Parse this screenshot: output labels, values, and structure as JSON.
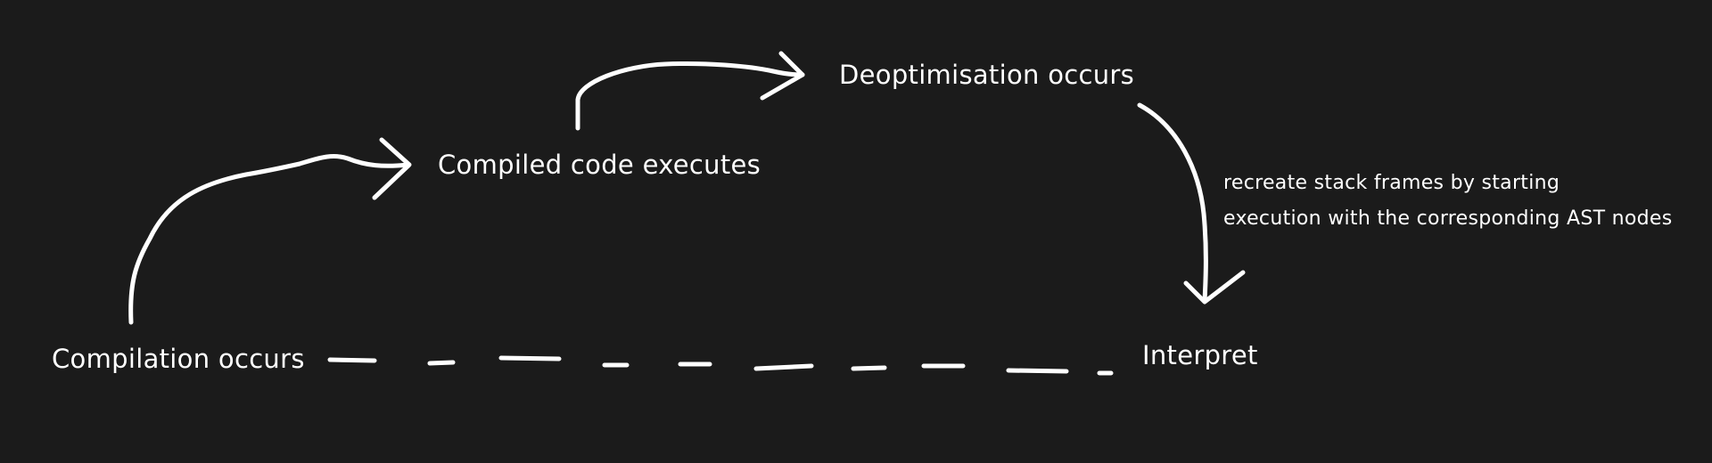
{
  "diagram": {
    "background": "#1b1b1b",
    "stroke_color": "#ffffff",
    "nodes": {
      "compilation": "Compilation occurs",
      "compiled": "Compiled code executes",
      "deoptimisation": "Deoptimisation occurs",
      "interpret": "Interpret"
    },
    "note": {
      "line1": "recreate stack frames by starting",
      "line2": "execution with the corresponding AST nodes"
    },
    "edges": [
      {
        "from": "Compilation occurs",
        "to": "Compiled code executes",
        "style": "solid-arrow"
      },
      {
        "from": "Compiled code executes",
        "to": "Deoptimisation occurs",
        "style": "solid-arrow"
      },
      {
        "from": "Deoptimisation occurs",
        "to": "Interpret",
        "style": "solid-arrow"
      },
      {
        "from": "Compilation occurs",
        "to": "Interpret",
        "style": "dashed-line"
      }
    ]
  }
}
